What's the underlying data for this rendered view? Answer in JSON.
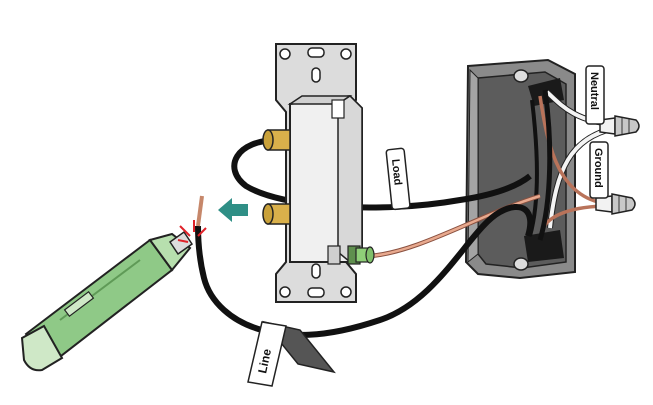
{
  "labels": {
    "neutral": "Neutral",
    "ground": "Ground",
    "load": "Load",
    "line": "Line"
  },
  "colors": {
    "black_wire": "#111111",
    "copper_wire": "#e8a98e",
    "white_wire": "#f4f4f4",
    "switch_body": "#e6e6e6",
    "box": "#7d7d7d",
    "tester_green": "#8fc987",
    "brass": "#c9a13a",
    "green_screw": "#7fbf6a",
    "spark": "#e0232a",
    "arrow": "#2f8f86"
  }
}
